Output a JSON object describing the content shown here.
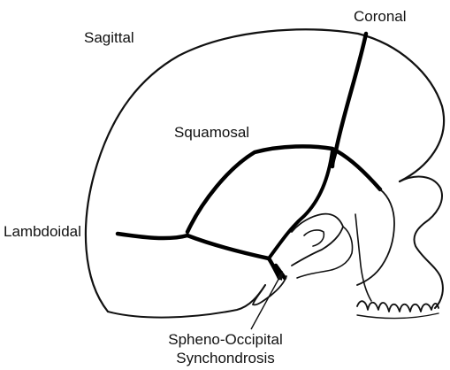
{
  "labels": {
    "sagittal": "Sagittal",
    "coronal": "Coronal",
    "squamosal": "Squamosal",
    "lambdoidal": "Lambdoidal",
    "spheno_occipital_line1": "Spheno-Occipital",
    "spheno_occipital_line2": "Synchondrosis"
  },
  "colors": {
    "outline": "#111111",
    "suture": "#000000",
    "background": "#ffffff"
  }
}
